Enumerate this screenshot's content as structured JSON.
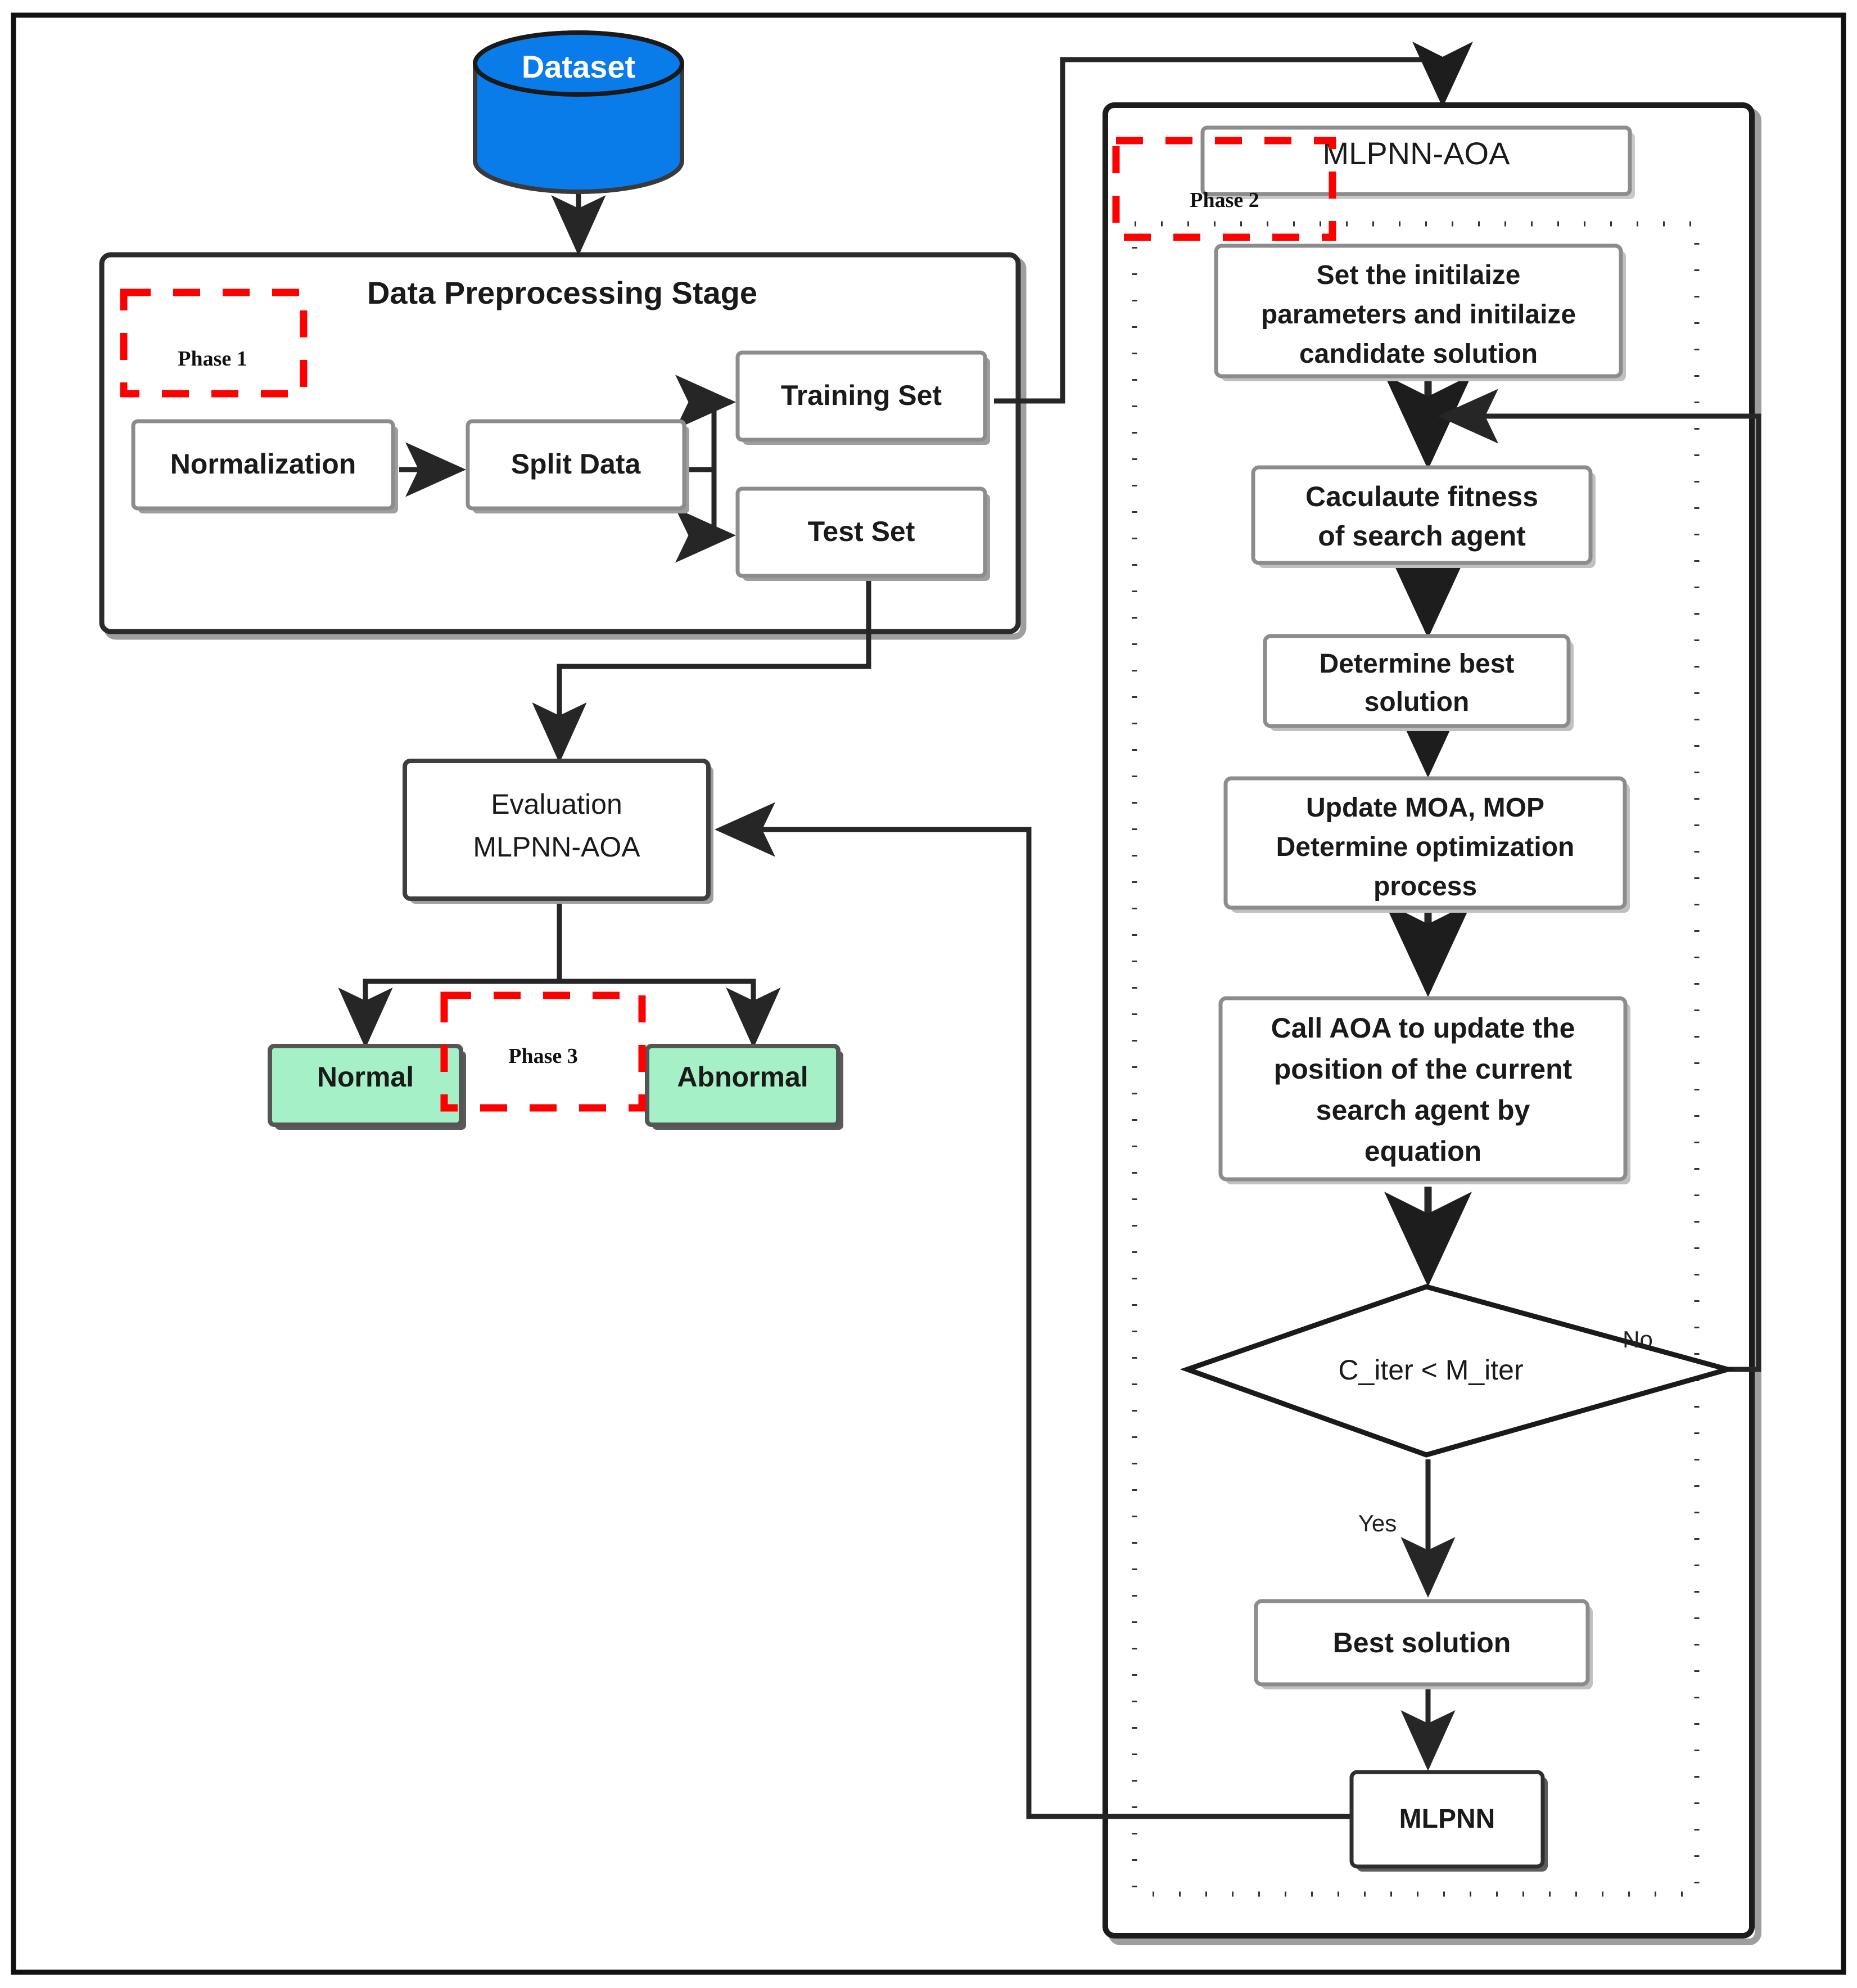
{
  "diagram": {
    "title": "MLPNN-AOA methodology flowchart",
    "colors": {
      "dataset_fill": "#0a7cea",
      "dataset_stroke": "#3a3a3a",
      "box_fill": "#ffffff",
      "box_stroke": "#8c8c8c",
      "shadow": "#9a9a9a",
      "terminal_fill": "#a5f0c6",
      "terminal_stroke": "#555555",
      "phase_marker": "#ff0000",
      "edge": "#262626",
      "outer_border": "#111111",
      "dotted_border": "#333333"
    },
    "outer_frame": {
      "label": "figure-border"
    },
    "dataset": {
      "label": "Dataset"
    },
    "stage_box": {
      "title": "Data Preprocessing Stage"
    },
    "phase_markers": [
      {
        "label": "Phase 1"
      },
      {
        "label": "Phase 2"
      },
      {
        "label": "Phase 3"
      }
    ],
    "preprocessing_nodes": [
      {
        "id": "normalization",
        "label": "Normalization"
      },
      {
        "id": "split-data",
        "label": "Split Data"
      },
      {
        "id": "training-set",
        "label": "Training Set"
      },
      {
        "id": "test-set",
        "label": "Test Set"
      }
    ],
    "evaluation": {
      "line1": "Evaluation",
      "line2": "MLPNN-AOA"
    },
    "outcomes": [
      {
        "id": "normal",
        "label": "Normal"
      },
      {
        "id": "abnormal",
        "label": "Abnormal"
      }
    ],
    "optimizer": {
      "header": "MLPNN-AOA",
      "steps": [
        {
          "id": "init",
          "lines": [
            "Set the initilaize",
            "parameters and initilaize",
            "candidate solution"
          ]
        },
        {
          "id": "fitness",
          "lines": [
            "Caculaute fitness",
            "of search agent"
          ]
        },
        {
          "id": "best",
          "lines": [
            "Determine best",
            "solution"
          ]
        },
        {
          "id": "update-moa-mop",
          "lines": [
            "Update MOA, MOP",
            "Determine  optimization",
            "process"
          ]
        },
        {
          "id": "call-aoa",
          "lines": [
            "Call AOA to update the",
            "position of the current",
            "search agent by",
            "equation"
          ]
        }
      ],
      "decision": {
        "id": "iter-check",
        "label": "C_iter < M_iter"
      },
      "decision_labels": {
        "yes": "Yes",
        "no": "No"
      },
      "best_solution": {
        "label": "Best solution"
      },
      "mlpnn": {
        "label": "MLPNN"
      }
    }
  }
}
